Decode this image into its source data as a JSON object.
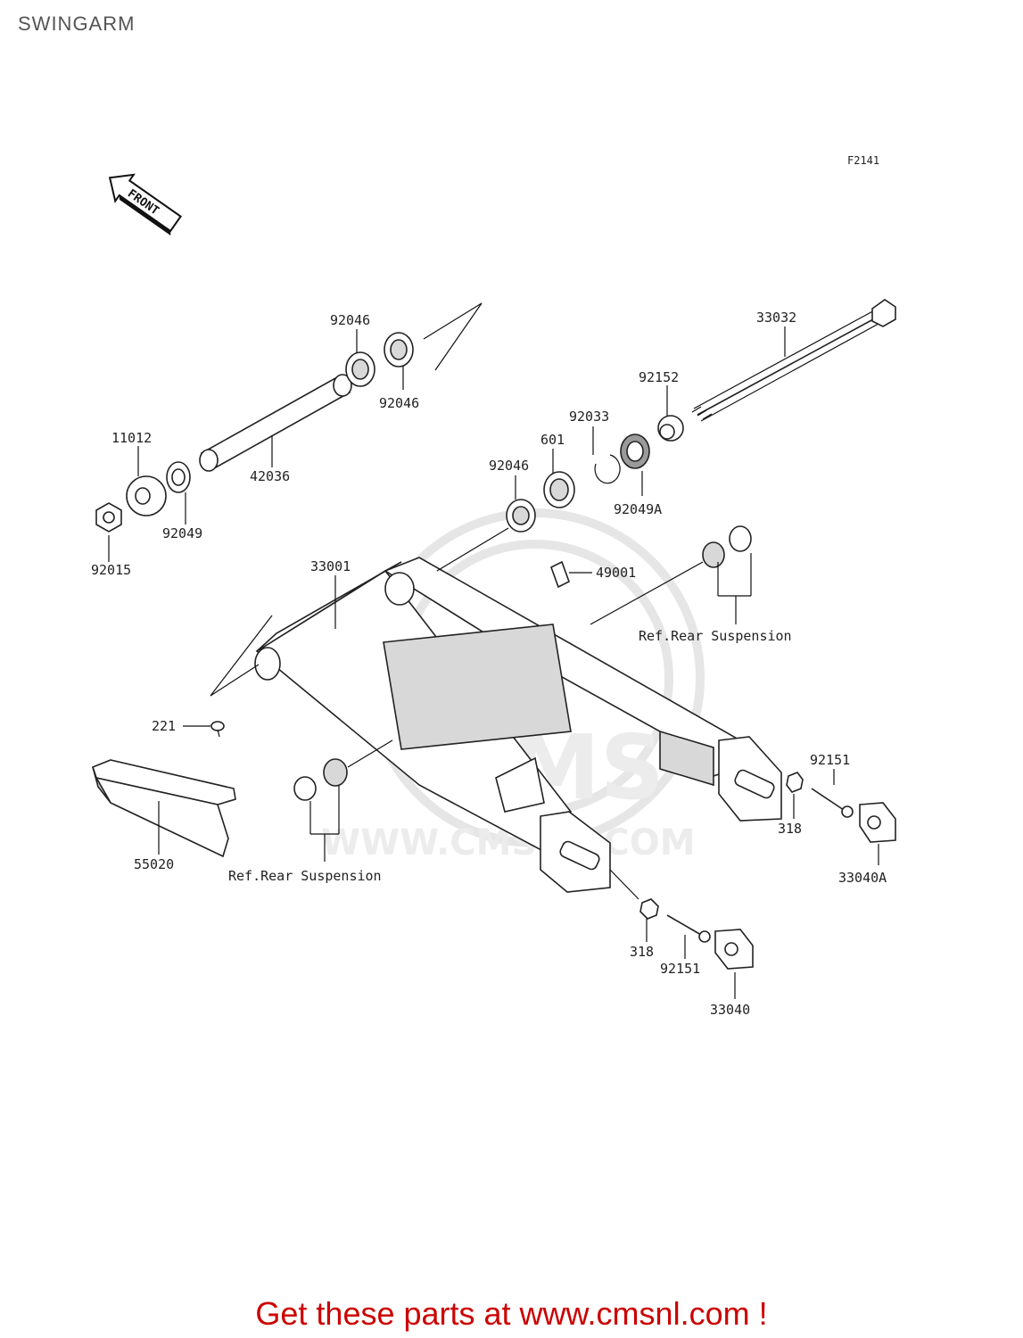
{
  "header": {
    "title": "SWINGARM"
  },
  "figure_code": "F2141",
  "front_arrow": {
    "label": "FRONT",
    "icon": "front-arrow-icon"
  },
  "watermark": {
    "logo_text": "CMS",
    "url_text": "WWW.CMSNL.COM"
  },
  "parts": {
    "p92046_top": "92046",
    "p92046_b": "92046",
    "p92046_c": "92046",
    "p33032": "33032",
    "p92152": "92152",
    "p92033": "92033",
    "p601": "601",
    "p11012": "11012",
    "p42036": "42036",
    "p92049": "92049",
    "p92049A": "92049A",
    "p92015": "92015",
    "p33001": "33001",
    "p49001": "49001",
    "ref_rear_suspension_right": "Ref.Rear Suspension",
    "p221": "221",
    "p92151_right": "92151",
    "p318_right": "318",
    "p33040A": "33040A",
    "p55020": "55020",
    "ref_rear_suspension_left": "Ref.Rear Suspension",
    "p318_bottom": "318",
    "p92151_bottom": "92151",
    "p33040": "33040"
  },
  "footer": {
    "promo_text": "Get these parts at www.cmsnl.com !"
  },
  "colors": {
    "promo": "#cc0000",
    "line": "#111111",
    "watermark": "#e6e6e6"
  }
}
